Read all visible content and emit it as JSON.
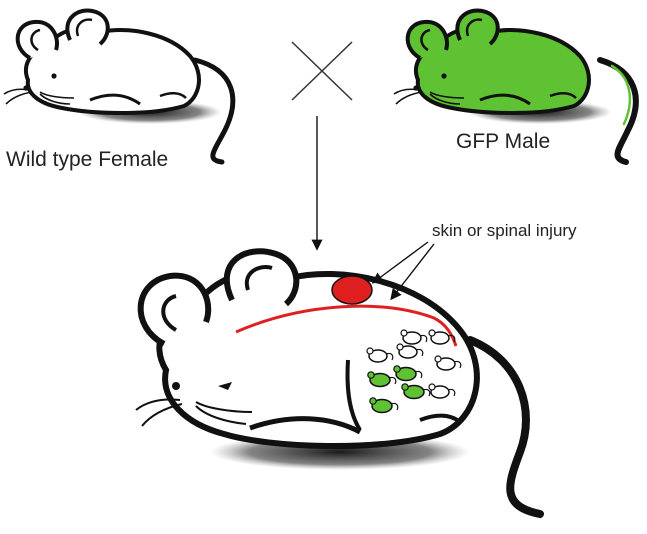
{
  "labels": {
    "female": "Wild type Female",
    "male": "GFP Male",
    "injury": "skin or spinal injury"
  },
  "colors": {
    "gfp_green": "#5ec232",
    "injury_red": "#e02020",
    "outline": "#111111"
  },
  "embryos": {
    "white_count": 6,
    "green_count": 4
  }
}
